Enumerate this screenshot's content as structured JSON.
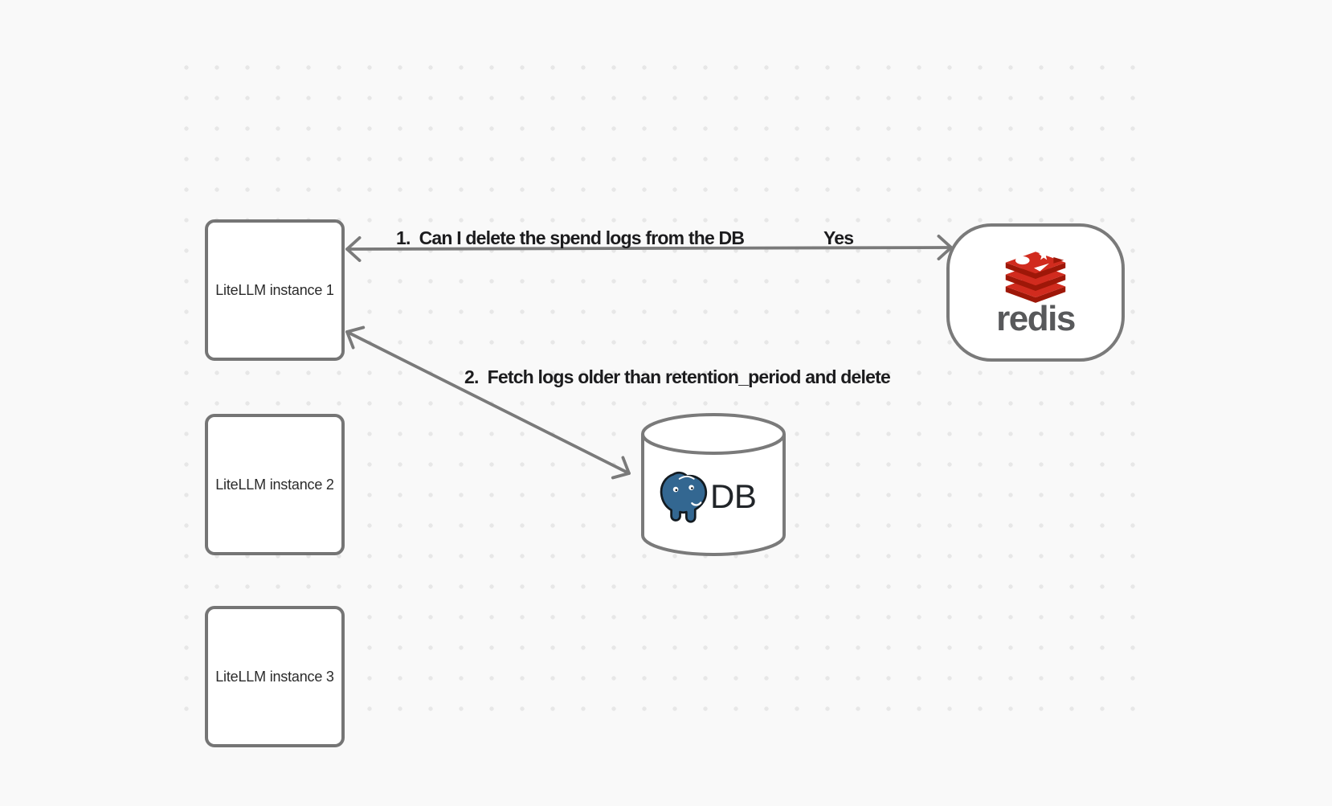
{
  "canvas": {
    "background_color": "#f9f9f9",
    "dot_color": "#e7e7e7",
    "stroke_color": "#7a7a7a",
    "label_text_color": "#1c1c1e"
  },
  "nodes": {
    "instances": [
      {
        "label": "LiteLLM instance 1"
      },
      {
        "label": "LiteLLM instance 2"
      },
      {
        "label": "LiteLLM instance 3"
      }
    ],
    "redis": {
      "wordmark": "redis",
      "wordmark_color": "#58595b",
      "logo_red": "#d12b1e",
      "logo_dark_red": "#9e1708"
    },
    "db": {
      "label": "DB",
      "elephant_blue": "#336791"
    }
  },
  "edges": [
    {
      "order": "1.",
      "label": "Can I delete the spend logs from the DB",
      "response": "Yes",
      "from": "LiteLLM instance 1",
      "to": "redis",
      "arrowheads": "both"
    },
    {
      "order": "2.",
      "label": "Fetch logs older than retention_period and delete",
      "from": "LiteLLM instance 1",
      "to": "DB",
      "arrowheads": "both"
    }
  ]
}
